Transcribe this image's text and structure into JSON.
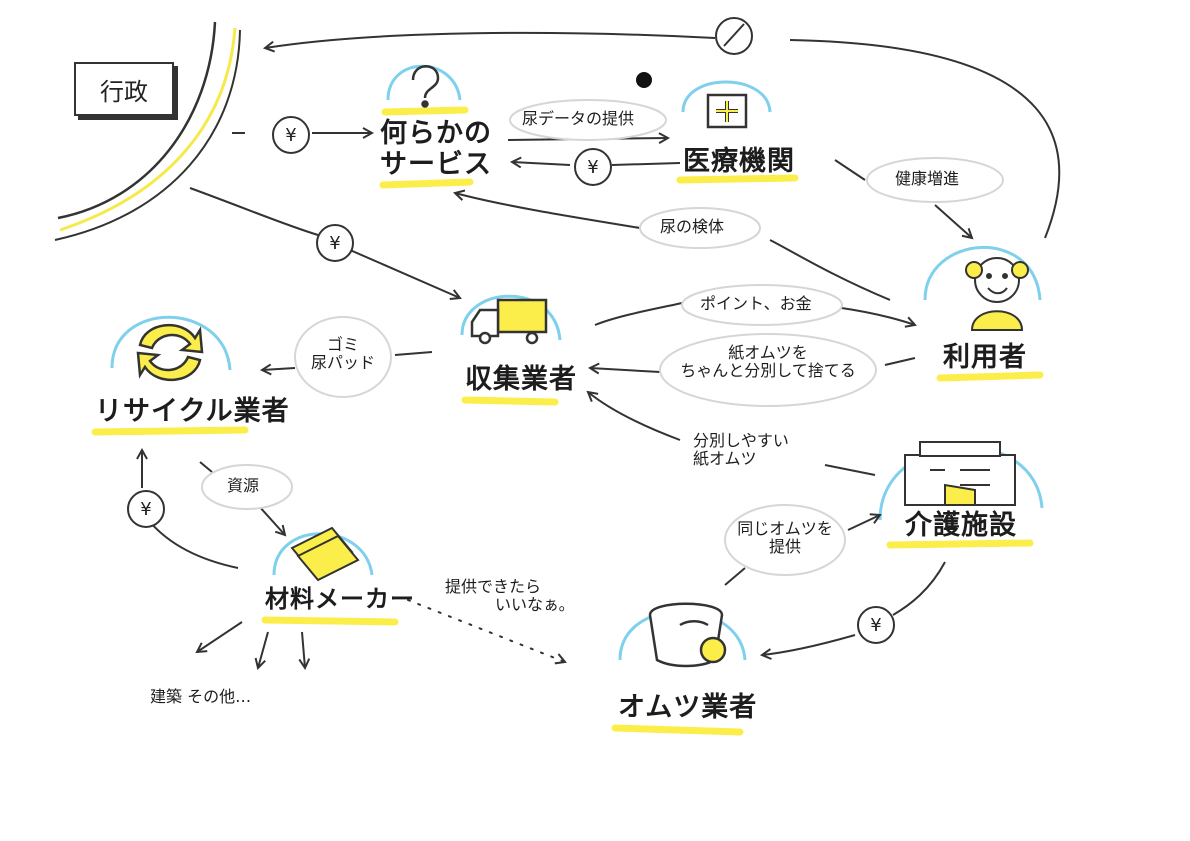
{
  "government": {
    "label": "行政"
  },
  "nodes": {
    "service": {
      "line1": "何らかの",
      "line2": "サービス"
    },
    "medical": {
      "label": "医療機関"
    },
    "user": {
      "label": "利用者"
    },
    "collector": {
      "label": "収集業者"
    },
    "recycler": {
      "label": "リサイクル業者"
    },
    "care": {
      "label": "介護施設"
    },
    "material": {
      "label": "材料メーカー"
    },
    "diaper": {
      "label": "オムツ業者"
    }
  },
  "edges": {
    "urine_data": "尿データの提供",
    "urine_sample": "尿の検体",
    "health": "健康増進",
    "points": "ポイント、お金",
    "proper_sort_l1": "紙オムツを",
    "proper_sort_l2": "ちゃんと分別して捨てる",
    "trash_l1": "ゴミ",
    "trash_l2": "尿パッド",
    "easy_sort_l1": "分別しやすい",
    "easy_sort_l2": "紙オムツ",
    "resources": "資源",
    "same_diaper_l1": "同じオムツを",
    "same_diaper_l2": "提供",
    "wish_l1": "提供できたら",
    "wish_l2": "いいなぁ。",
    "construction": "建築 その他…",
    "yen": "¥"
  },
  "colors": {
    "highlight": "#fcee4a",
    "dome": "#7fd0ec",
    "ink": "#333333"
  }
}
